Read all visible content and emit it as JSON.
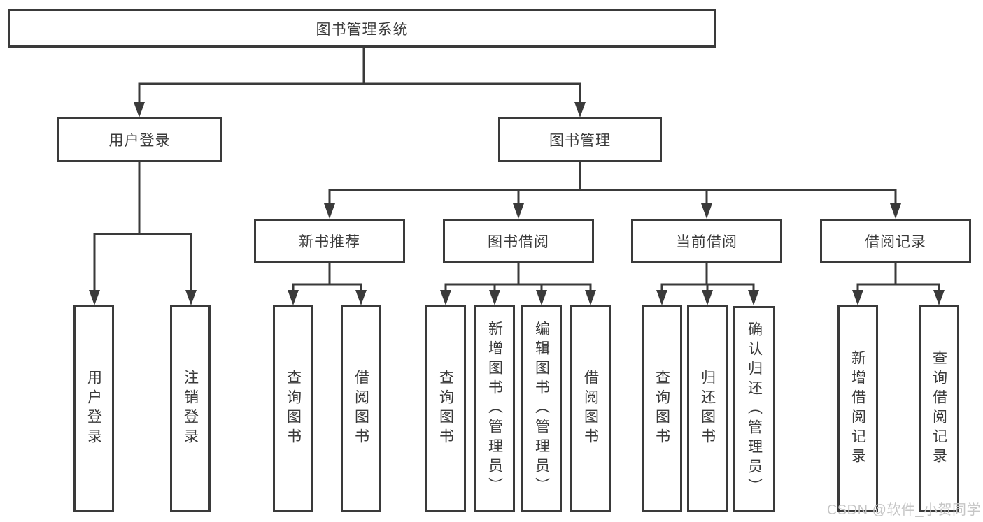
{
  "diagram": {
    "root_label": "图书管理系统",
    "level2": {
      "user_login": "用户登录",
      "book_mgmt": "图书管理"
    },
    "level3": {
      "new_books": "新书推荐",
      "borrow": "图书借阅",
      "current": "当前借阅",
      "records": "借阅记录"
    },
    "leaves": {
      "user_login_1": "用户登录",
      "user_login_2": "注销登录",
      "new_books_1": "查询图书",
      "new_books_2": "借阅图书",
      "borrow_1": "查询图书",
      "borrow_2": "新增图书（管理员）",
      "borrow_3": "编辑图书（管理员）",
      "borrow_4": "借阅图书",
      "current_1": "查询图书",
      "current_2": "归还图书",
      "current_3": "确认归还（管理员）",
      "records_1": "新增借阅记录",
      "records_2": "查询借阅记录"
    }
  },
  "watermark": {
    "text": "CSDN @软件_小贺同学"
  },
  "colors": {
    "line": "#3a3a3a",
    "text": "#3a3a3a",
    "watermark": "#c6c6c6",
    "background": "#ffffff"
  }
}
